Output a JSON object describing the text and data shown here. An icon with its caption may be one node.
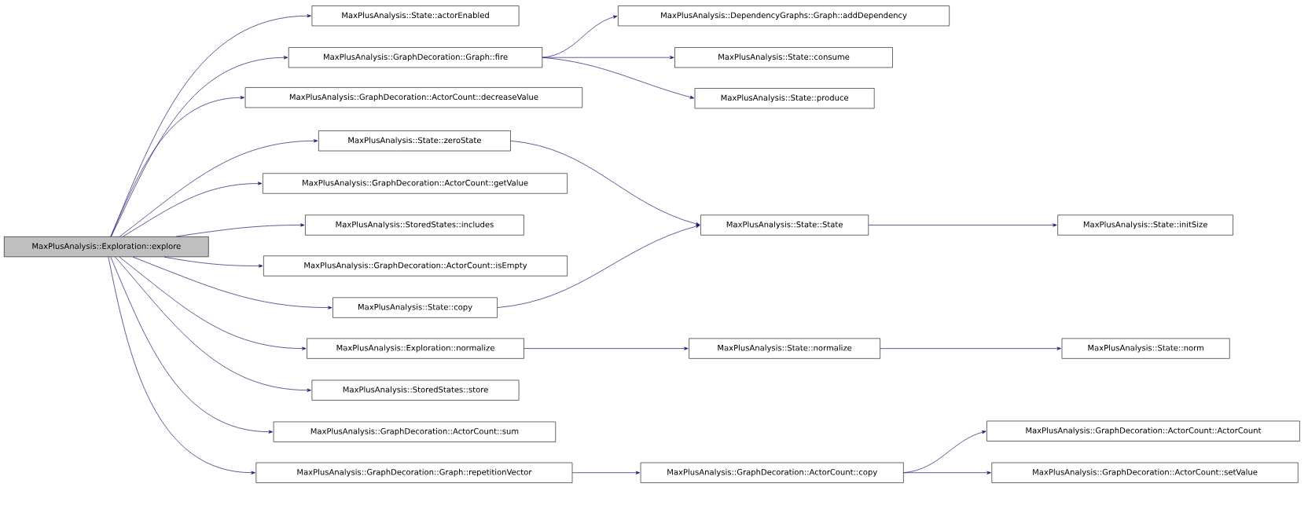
{
  "diagram": {
    "nodes": [
      {
        "text": [
          "MaxPlusAnalysis::Exploration::explore"
        ]
      },
      {
        "text": [
          "MaxPlusAnalysis::State::actorEnabled"
        ]
      },
      {
        "text": [
          "MaxPlusAnalysis::GraphDecoration::Graph::fire"
        ]
      },
      {
        "text": [
          "MaxPlusAnalysis::GraphDecoration::ActorCount::decreaseValue"
        ]
      },
      {
        "text": [
          "MaxPlusAnalysis::State::zeroState"
        ]
      },
      {
        "text": [
          "MaxPlusAnalysis::GraphDecoration::ActorCount::getValue"
        ]
      },
      {
        "text": [
          "MaxPlusAnalysis::StoredStates::includes"
        ]
      },
      {
        "text": [
          "MaxPlusAnalysis::GraphDecoration::ActorCount::isEmpty"
        ]
      },
      {
        "text": [
          "MaxPlusAnalysis::State::copy"
        ]
      },
      {
        "text": [
          "MaxPlusAnalysis::Exploration::normalize"
        ]
      },
      {
        "text": [
          "MaxPlusAnalysis::StoredStates::store"
        ]
      },
      {
        "text": [
          "MaxPlusAnalysis::GraphDecoration::ActorCount::sum"
        ]
      },
      {
        "text": [
          "MaxPlusAnalysis::GraphDecoration::Graph::repetitionVector"
        ]
      },
      {
        "text": [
          "MaxPlusAnalysis::DependencyGraphs::Graph::addDependency"
        ]
      },
      {
        "text": [
          "MaxPlusAnalysis::State::consume"
        ]
      },
      {
        "text": [
          "MaxPlusAnalysis::State::produce"
        ]
      },
      {
        "text": [
          "MaxPlusAnalysis::State::State"
        ]
      },
      {
        "text": [
          "MaxPlusAnalysis::State::initSize"
        ]
      },
      {
        "text": [
          "MaxPlusAnalysis::State::normalize"
        ]
      },
      {
        "text": [
          "MaxPlusAnalysis::State::norm"
        ]
      },
      {
        "text": [
          "MaxPlusAnalysis::GraphDecoration::ActorCount::copy"
        ]
      },
      {
        "text": [
          "MaxPlusAnalysis::GraphDecoration::ActorCount::ActorCount"
        ]
      },
      {
        "text": [
          "MaxPlusAnalysis::GraphDecoration::ActorCount::setValue"
        ]
      }
    ],
    "edges": [
      {
        "from": 0,
        "to": 1,
        "arrow": "to"
      },
      {
        "from": 0,
        "to": 2,
        "arrow": "to"
      },
      {
        "from": 0,
        "to": 3,
        "arrow": "to"
      },
      {
        "from": 0,
        "to": 4,
        "arrow": "to"
      },
      {
        "from": 0,
        "to": 5,
        "arrow": "to"
      },
      {
        "from": 0,
        "to": 6,
        "arrow": "to"
      },
      {
        "from": 0,
        "to": 7,
        "arrow": "to"
      },
      {
        "from": 0,
        "to": 8,
        "arrow": "to"
      },
      {
        "from": 0,
        "to": 9,
        "arrow": "to"
      },
      {
        "from": 0,
        "to": 10,
        "arrow": "to"
      },
      {
        "from": 0,
        "to": 11,
        "arrow": "to"
      },
      {
        "from": 0,
        "to": 12,
        "arrow": "to"
      },
      {
        "from": 2,
        "to": 13,
        "arrow": "to"
      },
      {
        "from": 2,
        "to": 14,
        "arrow": "to"
      },
      {
        "from": 2,
        "to": 15,
        "arrow": "to"
      },
      {
        "from": 4,
        "to": 16,
        "arrow": "to"
      },
      {
        "from": 8,
        "to": 16,
        "arrow": "to"
      },
      {
        "from": 16,
        "to": 17,
        "arrow": "to"
      },
      {
        "from": 9,
        "to": 18,
        "arrow": "to"
      },
      {
        "from": 18,
        "to": 19,
        "arrow": "to"
      },
      {
        "from": 12,
        "to": 20,
        "arrow": "to"
      },
      {
        "from": 20,
        "to": 21,
        "arrow": "to"
      },
      {
        "from": 20,
        "to": 22,
        "arrow": "to"
      }
    ]
  }
}
